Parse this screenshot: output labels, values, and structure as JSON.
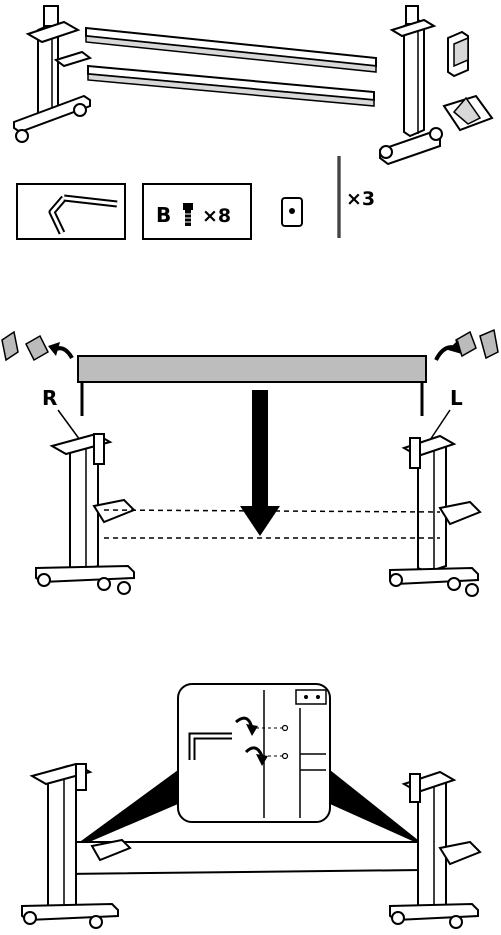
{
  "parts": {
    "bolt_letter": "B",
    "bolt_count": "×8",
    "rod_count": "×3"
  },
  "step2": {
    "label_right": "R",
    "label_left": "L"
  }
}
